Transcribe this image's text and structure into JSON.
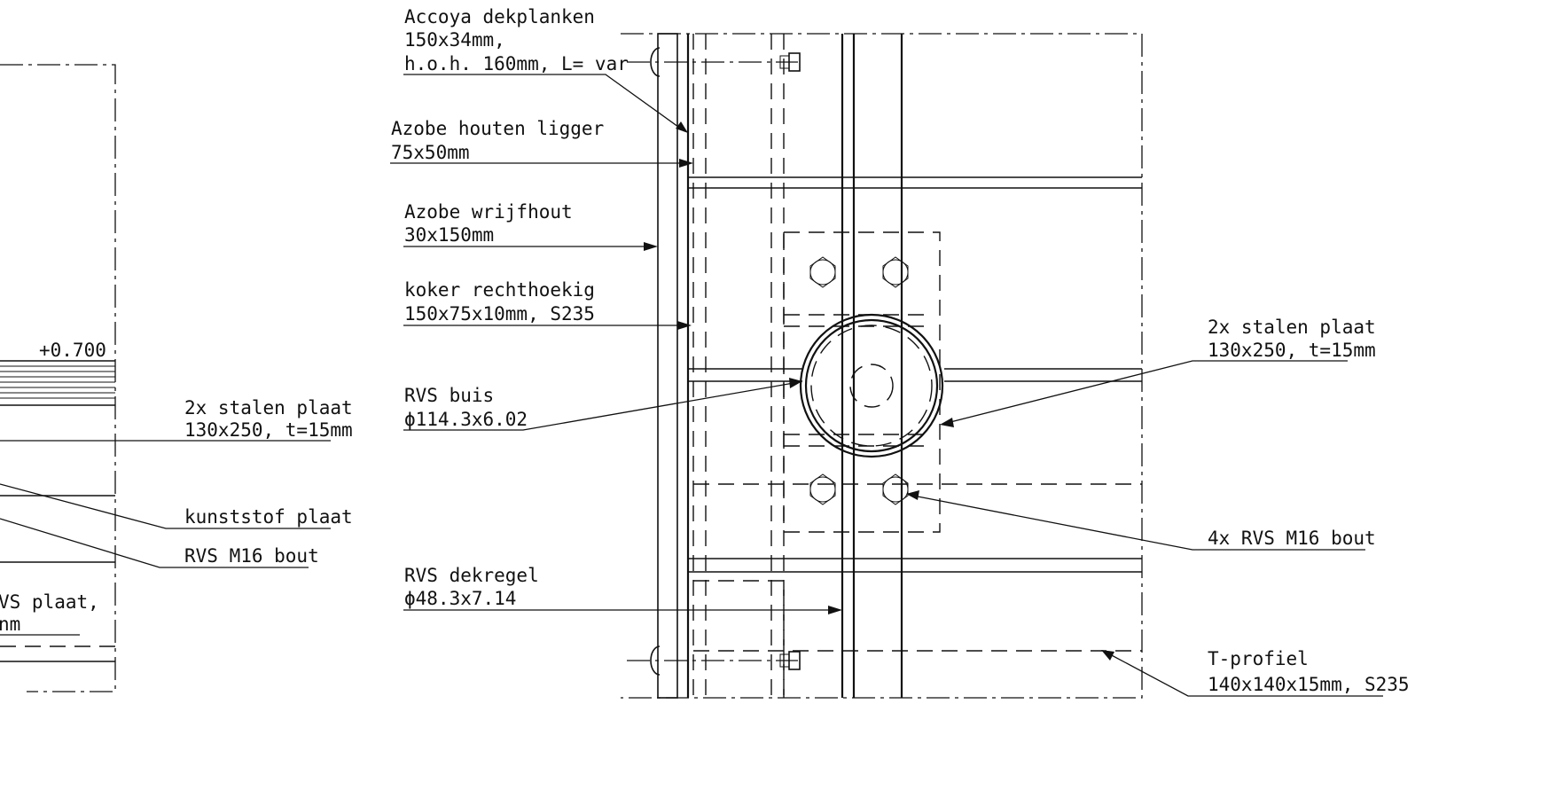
{
  "left_view": {
    "elevation": "+0.700",
    "labels": [
      {
        "lines": [
          "2x stalen plaat",
          "130x250, t=15mm"
        ]
      },
      {
        "lines": [
          "kunststof plaat"
        ]
      },
      {
        "lines": [
          "RVS M16 bout"
        ]
      },
      {
        "lines": [
          "VS plaat,",
          "nm"
        ]
      }
    ]
  },
  "main_view": {
    "labels": [
      {
        "lines": [
          "Accoya dekplanken",
          "150x34mm,",
          "h.o.h. 160mm, L= var"
        ]
      },
      {
        "lines": [
          "Azobe houten ligger",
          "75x50mm"
        ]
      },
      {
        "lines": [
          "Azobe wrijfhout",
          "30x150mm"
        ]
      },
      {
        "lines": [
          "koker rechthoekig",
          "150x75x10mm, S235"
        ]
      },
      {
        "lines": [
          "RVS buis",
          "ϕ114.3x6.02"
        ]
      },
      {
        "lines": [
          "RVS dekregel",
          "ϕ48.3x7.14"
        ]
      },
      {
        "lines": [
          "2x stalen plaat",
          "130x250, t=15mm"
        ]
      },
      {
        "lines": [
          "4x RVS M16 bout"
        ]
      },
      {
        "lines": [
          "T-profiel",
          "140x140x15mm, S235"
        ]
      }
    ]
  },
  "colors": {
    "line": "#111111",
    "background": "#ffffff"
  }
}
